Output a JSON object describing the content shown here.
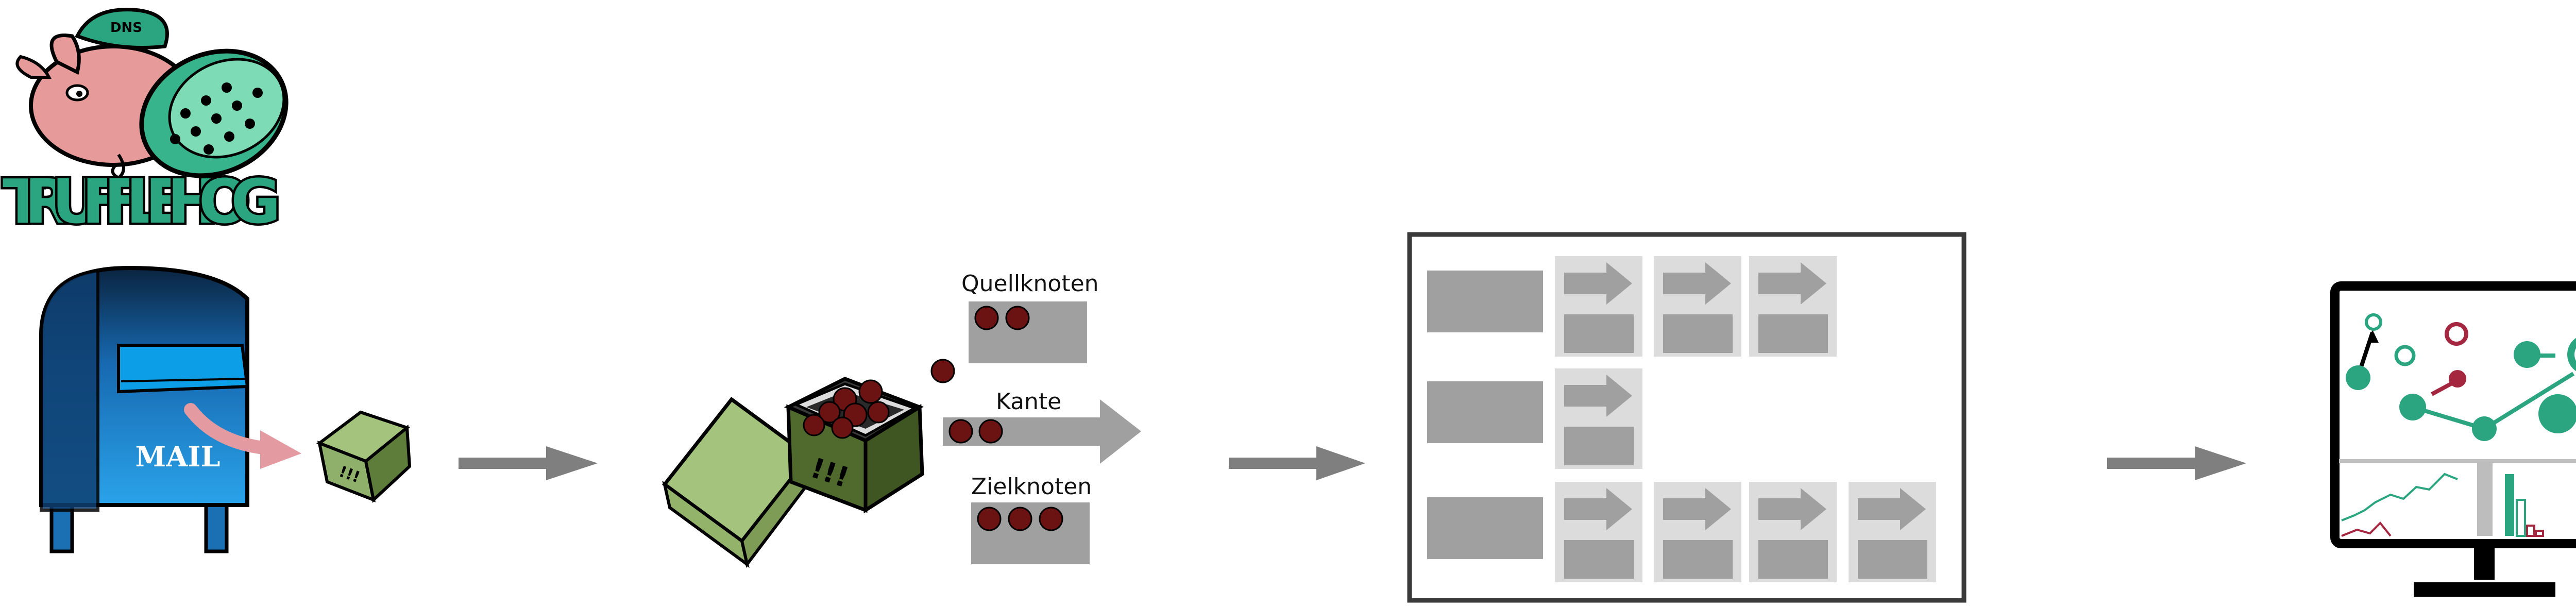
{
  "logo": {
    "wordmark": "TRUFFLEHOG",
    "hat_text": "DNS"
  },
  "mailbox": {
    "label": "MAIL"
  },
  "graph_parts": {
    "source_node_label": "Quellknoten",
    "edge_label": "Kante",
    "target_node_label": "Zielknoten"
  },
  "package": {
    "marks": "!!!"
  },
  "colors": {
    "arrow_gray": "#7f7f7f",
    "tile_gray": "#a0a0a0",
    "tile_bg": "#dcdcdc",
    "node_dark_red": "#6b1212",
    "mailbox_blue": "#1e8fd6",
    "box_green": "#a4c37c",
    "teal": "#2aa57f",
    "crimson": "#a4273f",
    "pig_pink": "#e79a9a"
  },
  "icons": [
    "trufflehog-logo-icon",
    "mailbox-icon",
    "package-icon",
    "open-box-icon",
    "arrow-icon",
    "monitor-dashboard-icon"
  ]
}
